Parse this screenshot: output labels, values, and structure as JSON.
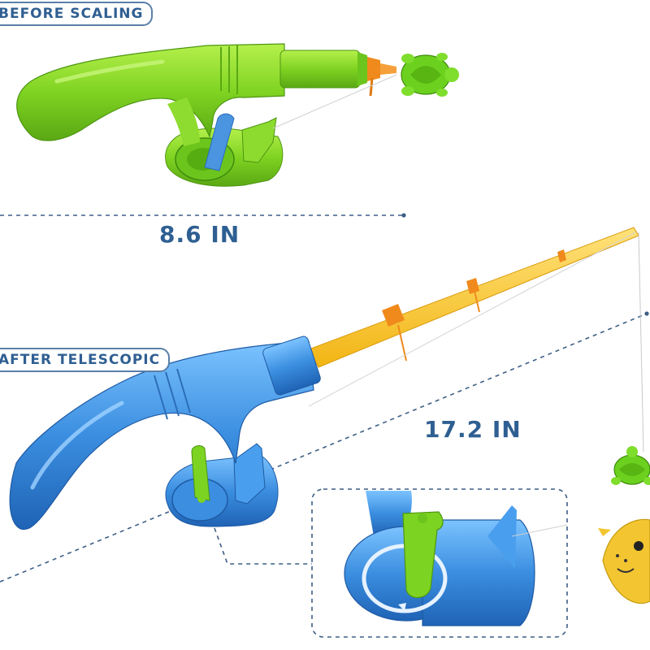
{
  "labels": {
    "before": "BEFORE SCALING",
    "after": "AFTER TELESCOPIC"
  },
  "measurements": {
    "before_length": "8.6 IN",
    "after_length": "17.2 IN"
  },
  "colors": {
    "label_blue": "#2f5f92",
    "green_rod": "#7dd321",
    "blue_rod": "#3b8ee0",
    "yellow_tip": "#f6c21d",
    "orange_ring": "#f08a1c",
    "fish_yellow": "#f2c531",
    "turtle_green": "#63c41a"
  }
}
